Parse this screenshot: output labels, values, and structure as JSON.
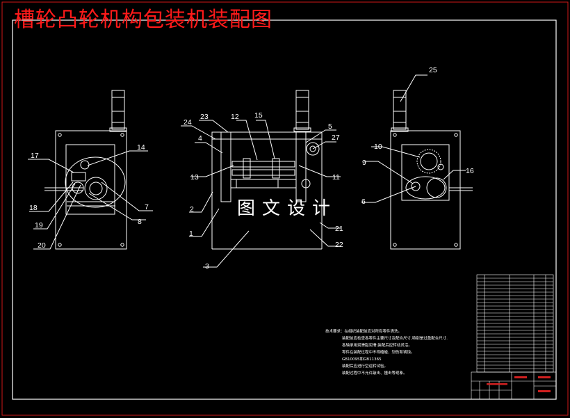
{
  "title": "槽轮凸轮机构包装机装配图",
  "watermark": "图文设计",
  "colors": {
    "background": "#000000",
    "lines": "#ffffff",
    "title": "#ff1a1a",
    "frame": "#e02020",
    "labels": "#ffffff"
  },
  "left_view_labels": [
    "17",
    "14",
    "18",
    "19",
    "20",
    "7",
    "8"
  ],
  "front_view_labels": [
    "23",
    "12",
    "15",
    "5",
    "27",
    "24",
    "4",
    "13",
    "11",
    "2",
    "1",
    "3",
    "21",
    "22"
  ],
  "right_view_labels": [
    "25",
    "10",
    "9",
    "16",
    "6"
  ],
  "tech_requirements": [
    "技术要求：在组织装配前应对所有零件清洗。",
    "装配前应检查各零件主要尺寸及配合尺寸,特别是过盈配合尺寸.",
    "各轴承用润滑脂润滑,装配后应转动灵活。",
    "零件在装配过程中不得磕碰、划伤和锈蚀。",
    "GB10095和GB11365",
    "装配后应进行空运转试验。",
    "装配过程中不允许敲击、撞击等现象。"
  ]
}
